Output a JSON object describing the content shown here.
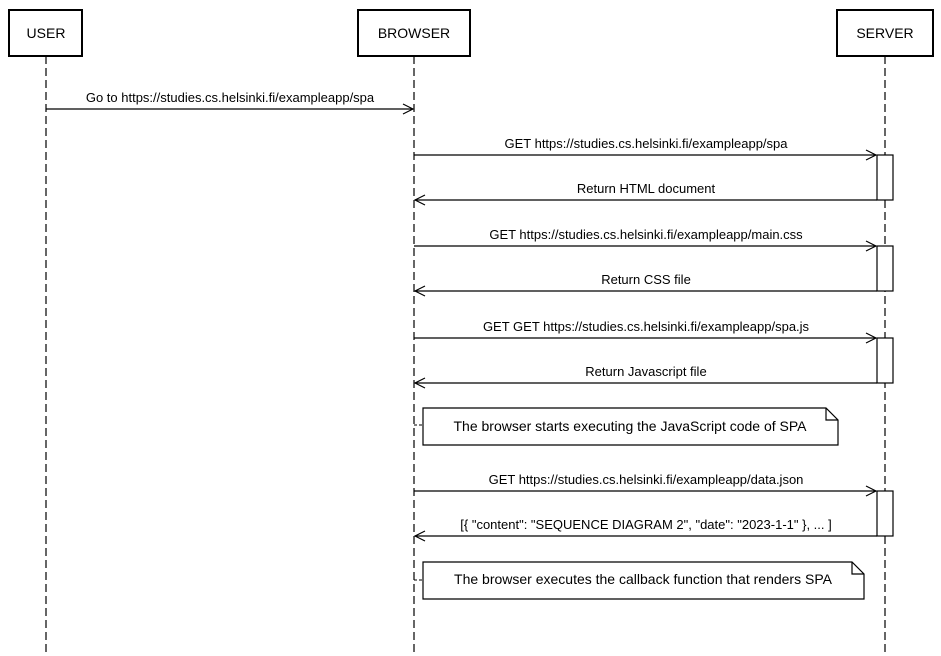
{
  "actors": {
    "user": "USER",
    "browser": "BROWSER",
    "server": "SERVER"
  },
  "messages": [
    "Go to https://studies.cs.helsinki.fi/exampleapp/spa",
    "GET https://studies.cs.helsinki.fi/exampleapp/spa",
    "Return HTML document",
    "GET https://studies.cs.helsinki.fi/exampleapp/main.css",
    "Return CSS file",
    "GET GET https://studies.cs.helsinki.fi/exampleapp/spa.js",
    "Return Javascript file",
    "GET https://studies.cs.helsinki.fi/exampleapp/data.json",
    "[{ \"content\": \"SEQUENCE DIAGRAM 2\", \"date\": \"2023-1-1\" }, ... ]"
  ],
  "notes": [
    "The browser starts executing the JavaScript code of SPA",
    "The browser executes the callback function that renders SPA"
  ],
  "colors": {
    "stroke": "#000000",
    "background": "#ffffff"
  }
}
